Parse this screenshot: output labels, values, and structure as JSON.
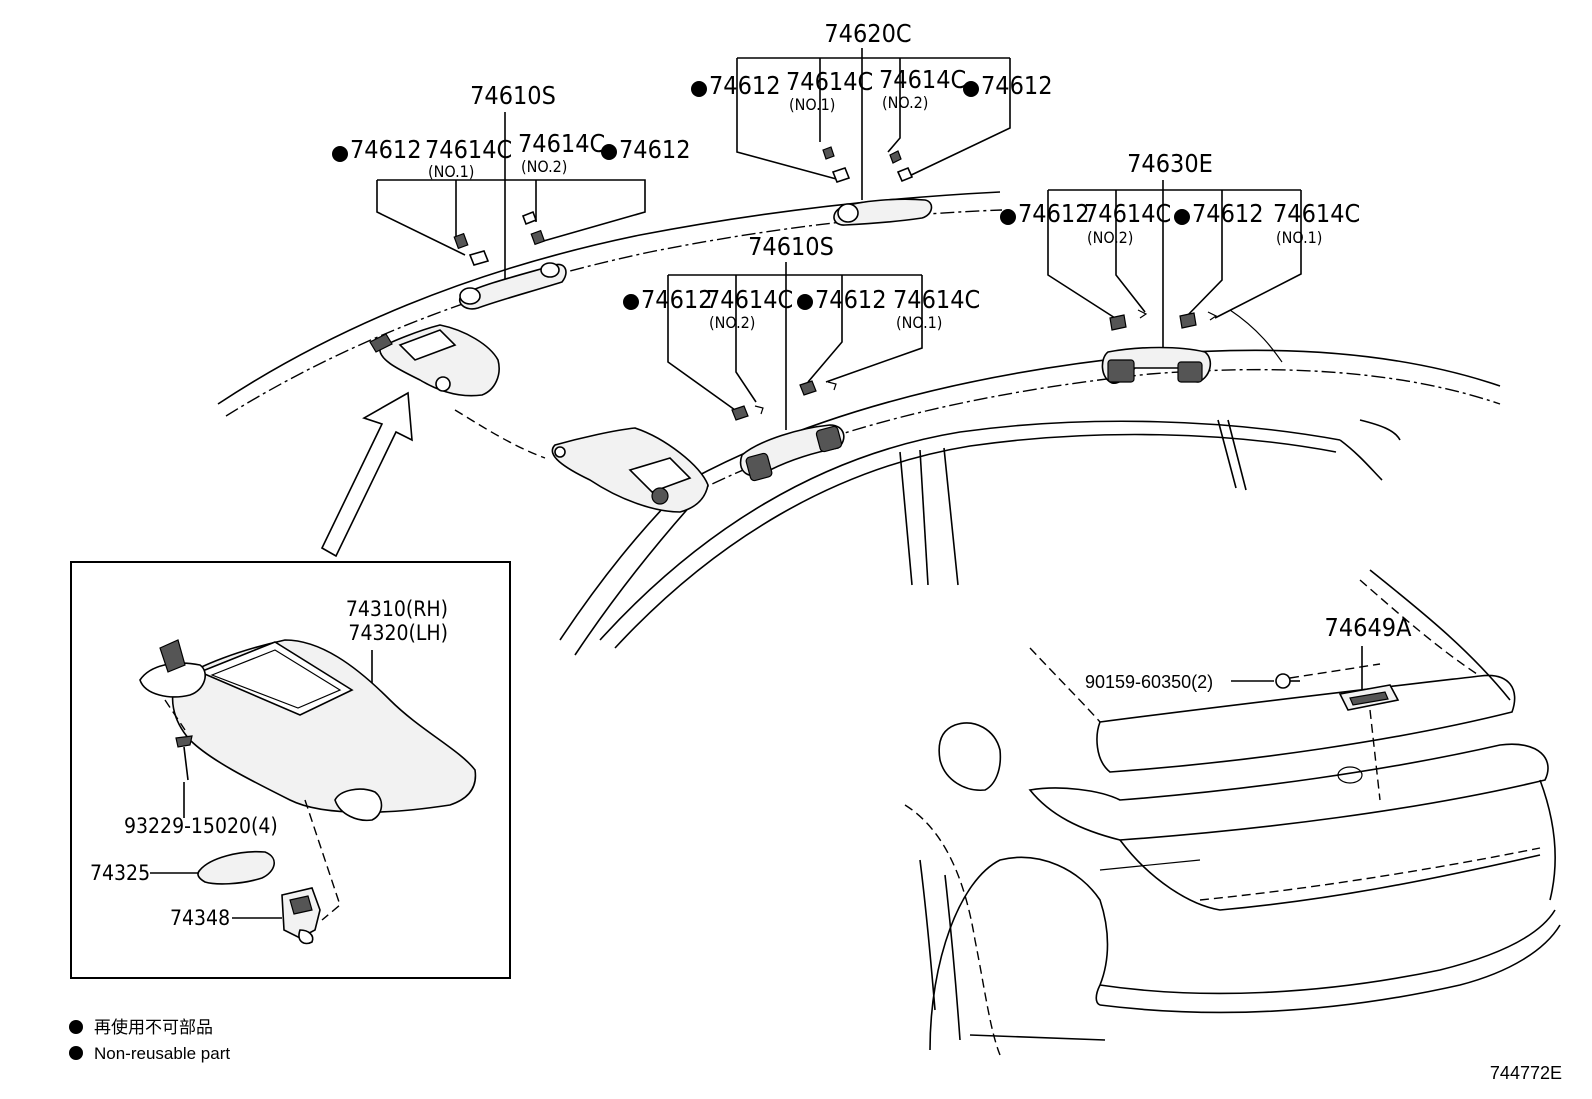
{
  "labels": {
    "g_74620c": "74620C",
    "g_74610s_a": "74610S",
    "g_74610s_b": "74610S",
    "g_74630e": "74630E",
    "p_74612": "74612",
    "p_74614c": "74614C",
    "no1": "(NO.1)",
    "no2": "(NO.2)",
    "p_74649a": "74649A",
    "p_90159": "90159-60350(2)",
    "p_74310": "74310(RH)",
    "p_74320": "74320(LH)",
    "p_93229": "93229-15020(4)",
    "p_74325": "74325",
    "p_74348": "74348"
  },
  "legend": {
    "line1": "再使用不可部品",
    "line2": "Non-reusable part"
  },
  "figure_code": "744772E",
  "colors": {
    "ink": "#000000",
    "paper": "#ffffff"
  }
}
